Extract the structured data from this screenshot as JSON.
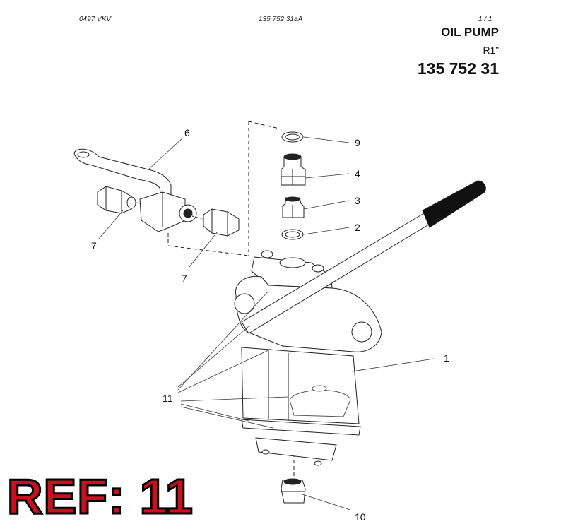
{
  "header": {
    "date_code": "0497  VKV",
    "doc_code": "135 752 31aA",
    "page": "1 / 1"
  },
  "title": {
    "name": "OIL PUMP",
    "size": "R1”",
    "part_number": "135 752 31"
  },
  "callouts": [
    {
      "id": "c1",
      "label": "1"
    },
    {
      "id": "c2",
      "label": "2"
    },
    {
      "id": "c3",
      "label": "3"
    },
    {
      "id": "c4",
      "label": "4"
    },
    {
      "id": "c6",
      "label": "6"
    },
    {
      "id": "c7a",
      "label": "7"
    },
    {
      "id": "c7b",
      "label": "7"
    },
    {
      "id": "c9",
      "label": "9"
    },
    {
      "id": "c10",
      "label": "10"
    },
    {
      "id": "c11",
      "label": "11"
    }
  ],
  "ref_badge": "REF: 11",
  "colors": {
    "ink": "#111111",
    "badge_fill": "#c8101e",
    "handle_grip": "#111111"
  }
}
